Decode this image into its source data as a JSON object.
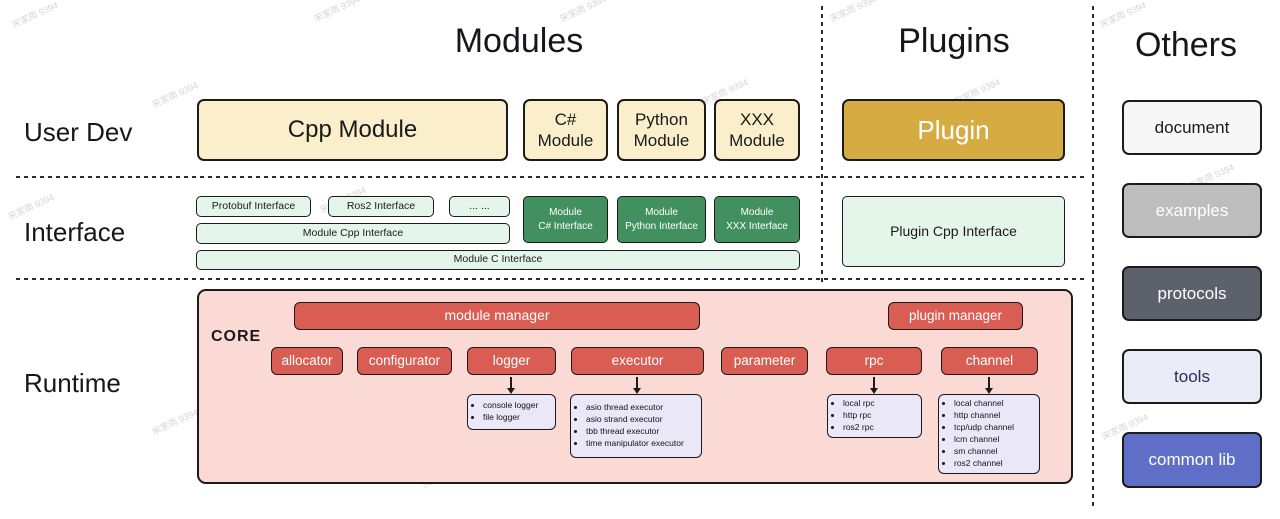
{
  "watermark": {
    "text": "宋家雨 9394"
  },
  "headers": {
    "modules": "Modules",
    "plugins": "Plugins",
    "others": "Others"
  },
  "row_labels": {
    "user_dev": "User Dev",
    "interface": "Interface",
    "runtime": "Runtime"
  },
  "modules": {
    "cpp_module": "Cpp Module",
    "csharp_module": "C# Module",
    "python_module": "Python Module",
    "xxx_module": "XXX Module"
  },
  "plugins": {
    "plugin": "Plugin",
    "plugin_cpp_interface": "Plugin Cpp Interface"
  },
  "others": {
    "document": "document",
    "examples": "examples",
    "protocols": "protocols",
    "tools": "tools",
    "common_lib": "common lib"
  },
  "interface": {
    "protobuf": "Protobuf Interface",
    "ros2": "Ros2 Interface",
    "ellipsis": "... ...",
    "module_cpp": "Module Cpp Interface",
    "module_c": "Module C Interface",
    "csharp": {
      "line1": "Module",
      "line2": "C# Interface"
    },
    "python": {
      "line1": "Module",
      "line2": "Python Interface"
    },
    "xxx": {
      "line1": "Module",
      "line2": "XXX Interface"
    }
  },
  "runtime": {
    "core": "CORE",
    "module_manager": "module manager",
    "plugin_manager": "plugin manager",
    "allocator": "allocator",
    "configurator": "configurator",
    "logger": "logger",
    "executor": "executor",
    "parameter": "parameter",
    "rpc": "rpc",
    "channel": "channel",
    "logger_items": [
      "console logger",
      "file logger"
    ],
    "executor_items": [
      "asio thread executor",
      "asio strand executor",
      "tbb thread executor",
      "time manipulator executor"
    ],
    "rpc_items": [
      "local rpc",
      "http rpc",
      "ros2 rpc"
    ],
    "channel_items": [
      "local channel",
      "http channel",
      "tcp/udp channel",
      "lcm channel",
      "sm channel",
      "ros2 channel"
    ]
  },
  "colors": {
    "cream": "#FBEECB",
    "gold": "#D6AC42",
    "light_green": "#E4F6EA",
    "dark_green": "#42905F",
    "pink": "#FBDAD6",
    "red": "#D95D53",
    "lavender": "#EAE7F8",
    "gray": "#BDBDBD",
    "dark_slate": "#5B626B",
    "light_indigo": "#E9EBF7",
    "indigo": "#5F6FC8",
    "near_white": "#F7F7F7"
  }
}
